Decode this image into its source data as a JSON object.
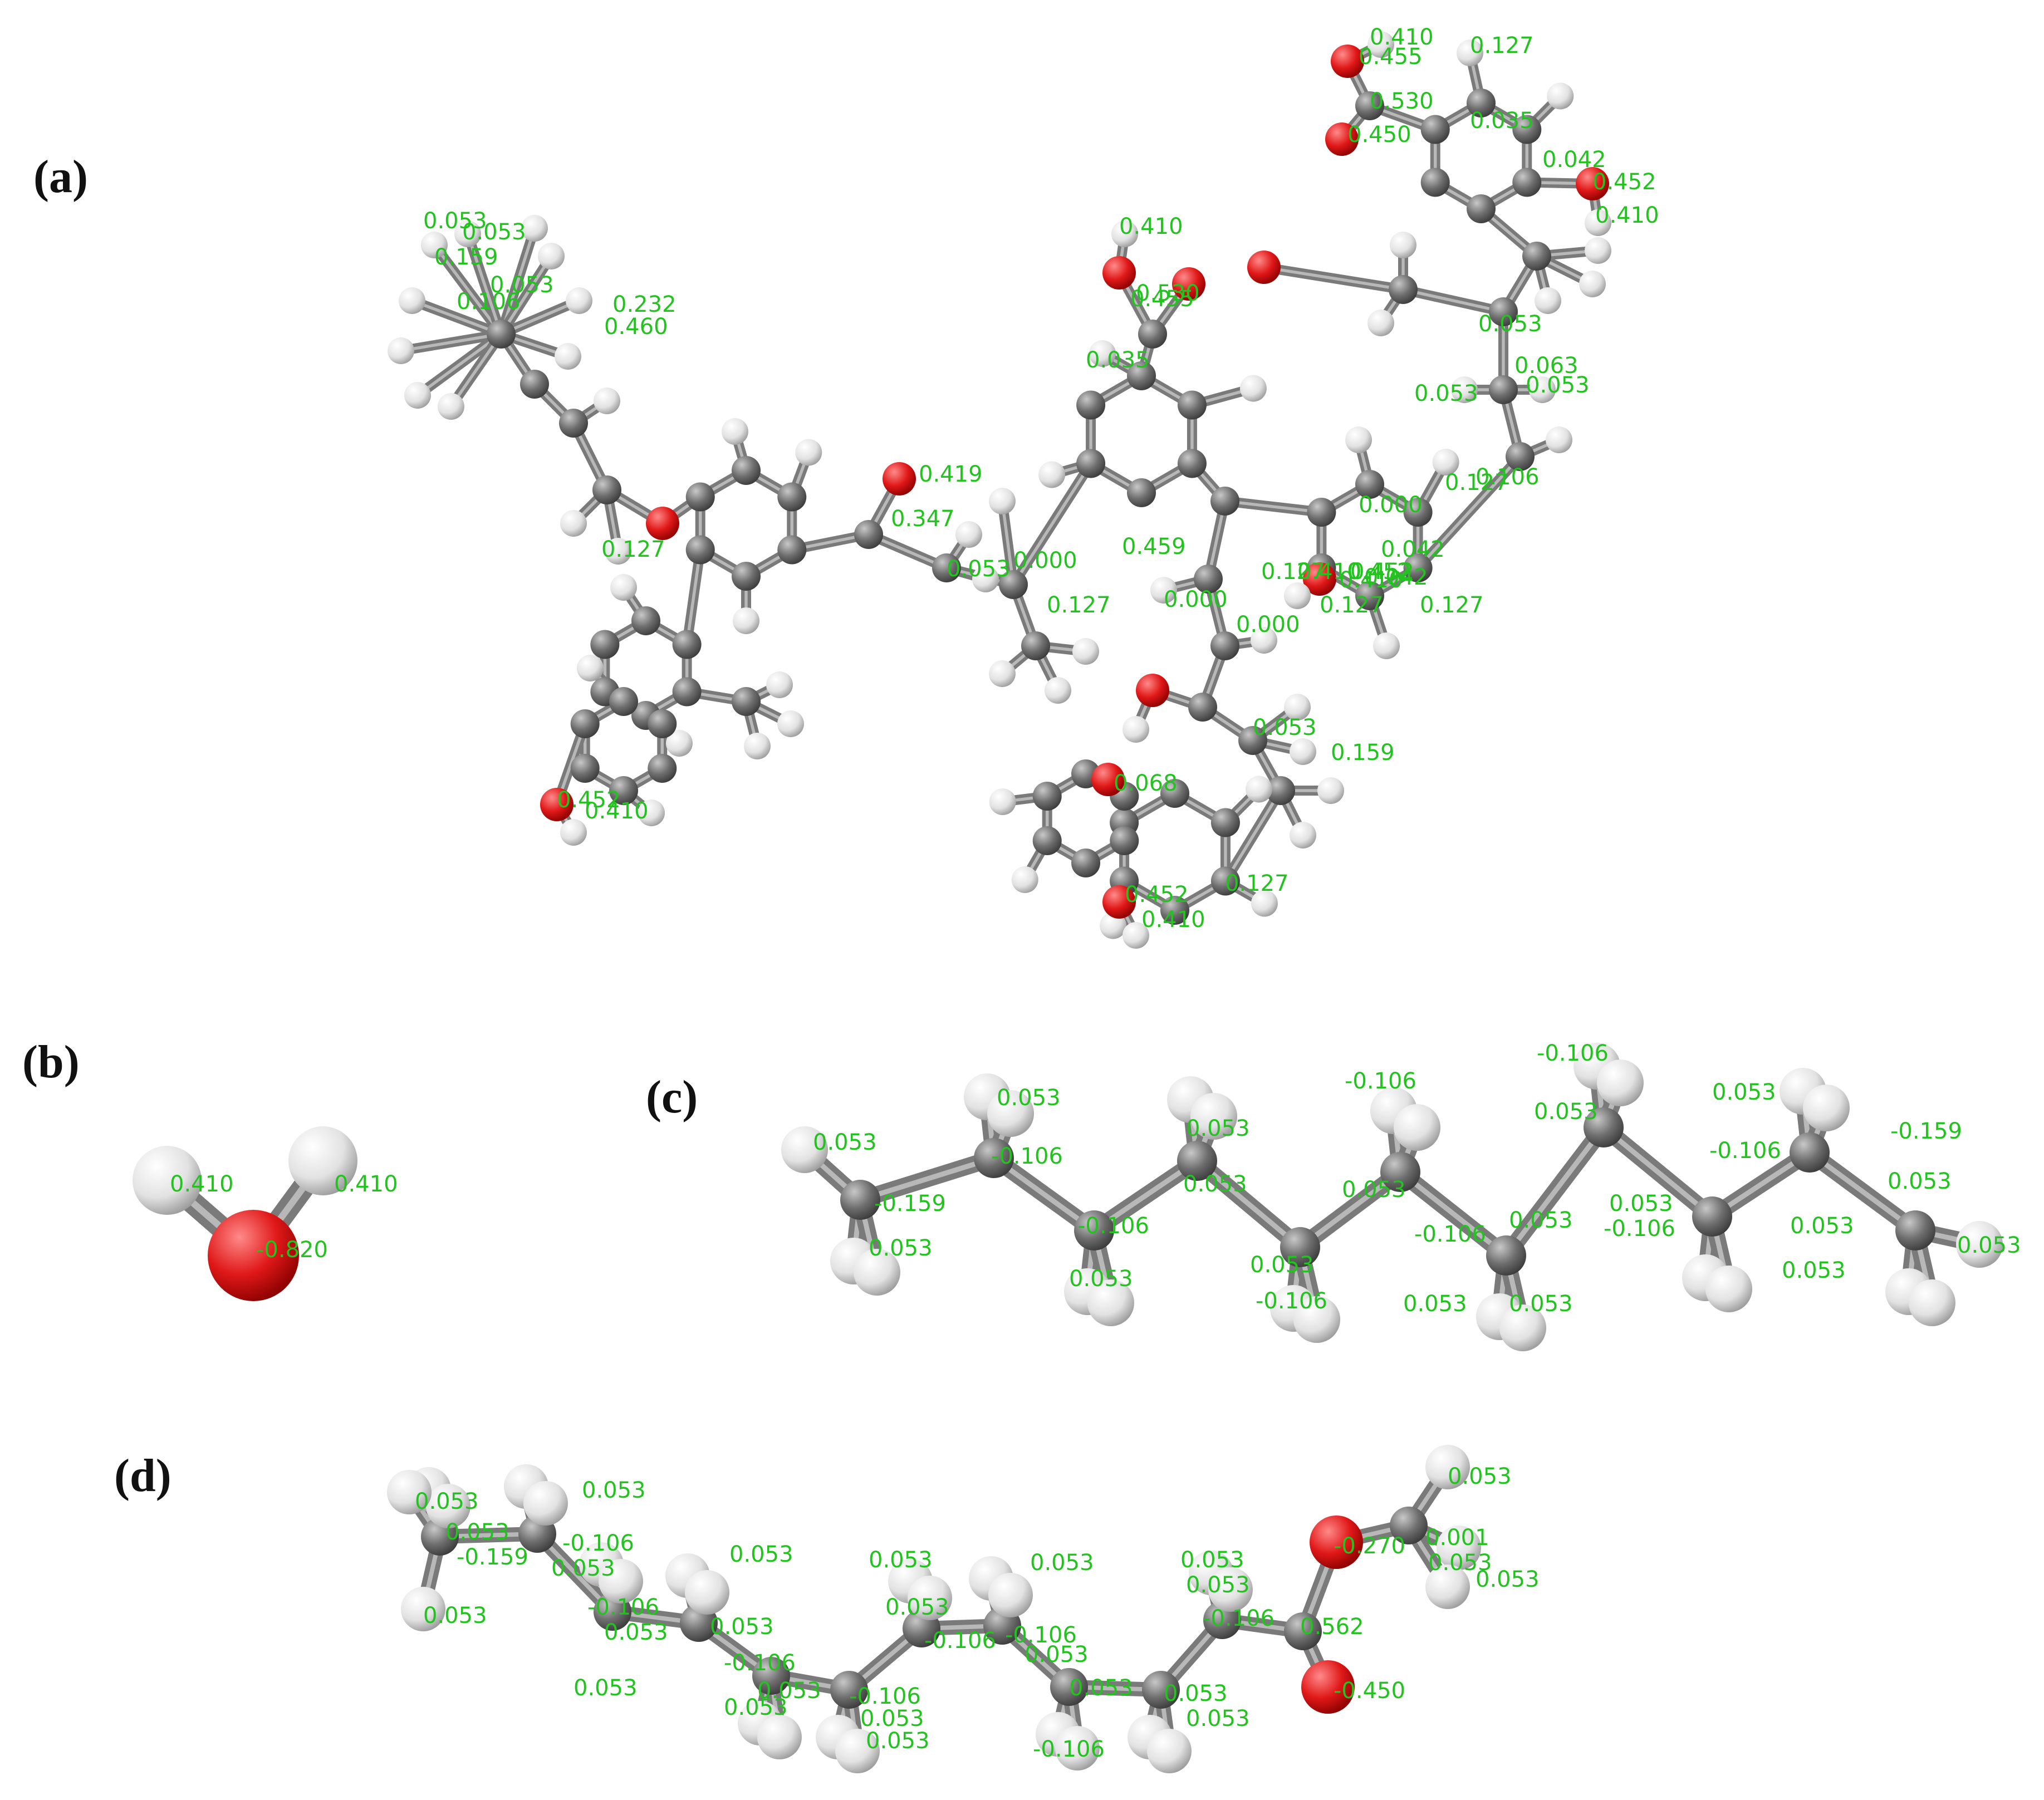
{
  "colors": {
    "carbon": "#6e6e6e",
    "hydrogen": "#e4e4e4",
    "oxygen": "#e01818",
    "bond": "#7a7a7a",
    "charge_text": "#22c31e",
    "panel_label": "#111111"
  },
  "panels": [
    {
      "id": "a",
      "label": "(a)",
      "charge_labels": [
        "0.053",
        "0.053",
        "0.159",
        "0.106",
        "0.053",
        "0.232",
        "0.460",
        "0.127",
        "0.410",
        "0.452",
        "0.419",
        "0.347",
        "0.053",
        "0.000",
        "0.127",
        "0.035",
        "0.455",
        "0.530",
        "0.410",
        "0.459",
        "0.000",
        "0.127",
        "0.053",
        "0.159",
        "0.042",
        "0.452",
        "0.410",
        "0.127",
        "0.000",
        "0.068",
        "0.452",
        "0.410",
        "0.127",
        "0.035",
        "0.530",
        "0.450",
        "0.410",
        "0.455",
        "0.127",
        "0.042",
        "0.452",
        "0.410",
        "0.053",
        "0.063",
        "0.053",
        "0.000",
        "0.127",
        "0.042",
        "0.452",
        "0.410",
        "0.127",
        "0.053",
        "0.106"
      ]
    },
    {
      "id": "b",
      "label": "(b)",
      "charge_labels": [
        "0.410",
        "0.410",
        "-0.820"
      ]
    },
    {
      "id": "c",
      "label": "(c)",
      "charge_labels": [
        "0.053",
        "-0.159",
        "0.053",
        "0.053",
        "-0.106",
        "0.053",
        "-0.106",
        "0.053",
        "0.053",
        "-0.106",
        "0.053",
        "-0.106",
        "0.053",
        "0.053",
        "-0.106",
        "0.053",
        "0.053",
        "-0.106",
        "0.053",
        "-0.106",
        "0.053",
        "0.053",
        "-0.106",
        "0.053",
        "0.053",
        "-0.159",
        "0.053",
        "0.053"
      ]
    },
    {
      "id": "d",
      "label": "(d)",
      "charge_labels": [
        "0.053",
        "0.053",
        "-0.159",
        "0.053",
        "0.053",
        "-0.106",
        "0.053",
        "0.053",
        "-0.106",
        "0.053",
        "0.053",
        "0.053",
        "-0.106",
        "0.053",
        "0.053",
        "-0.106",
        "0.053",
        "0.053",
        "0.053",
        "-0.106",
        "0.053",
        "0.053",
        "-0.106",
        "0.053",
        "0.053",
        "-0.106",
        "0.053",
        "0.053",
        "-0.106",
        "0.053",
        "0.053",
        "0.562",
        "-0.450",
        "-0.270",
        "0.001",
        "0.053",
        "0.053",
        "0.053"
      ]
    }
  ]
}
